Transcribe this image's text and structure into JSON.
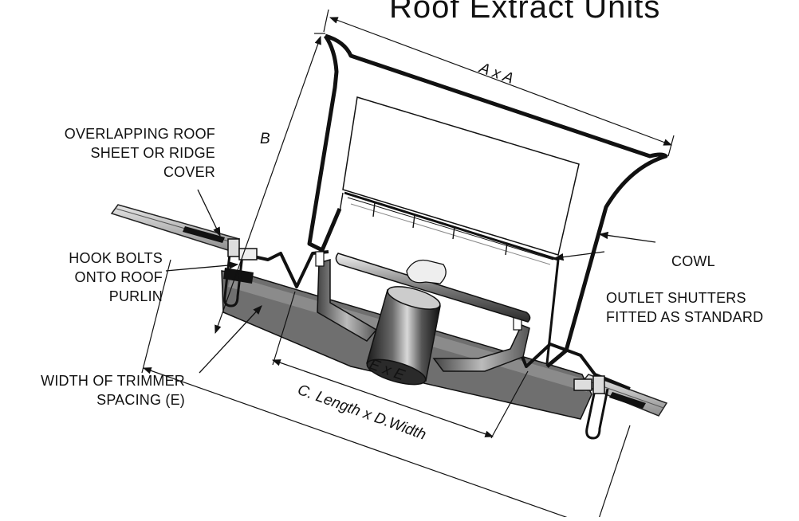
{
  "title": "Roof Extract Units",
  "labels": {
    "overlap": [
      "OVERLAPPING ROOF",
      "SHEET OR RIDGE",
      "COVER"
    ],
    "hook": [
      "HOOK BOLTS",
      "ONTO ROOF",
      "PURLIN"
    ],
    "trimmer": [
      "WIDTH OF TRIMMER",
      "SPACING (E)"
    ],
    "cowl": "COWL",
    "shutters": [
      "OUTLET  SHUTTERS",
      "FITTED AS STANDARD"
    ]
  },
  "dimensions": {
    "a": "A x A",
    "b": "B",
    "e": "E x E",
    "cd": "C. Length x D.Width"
  }
}
